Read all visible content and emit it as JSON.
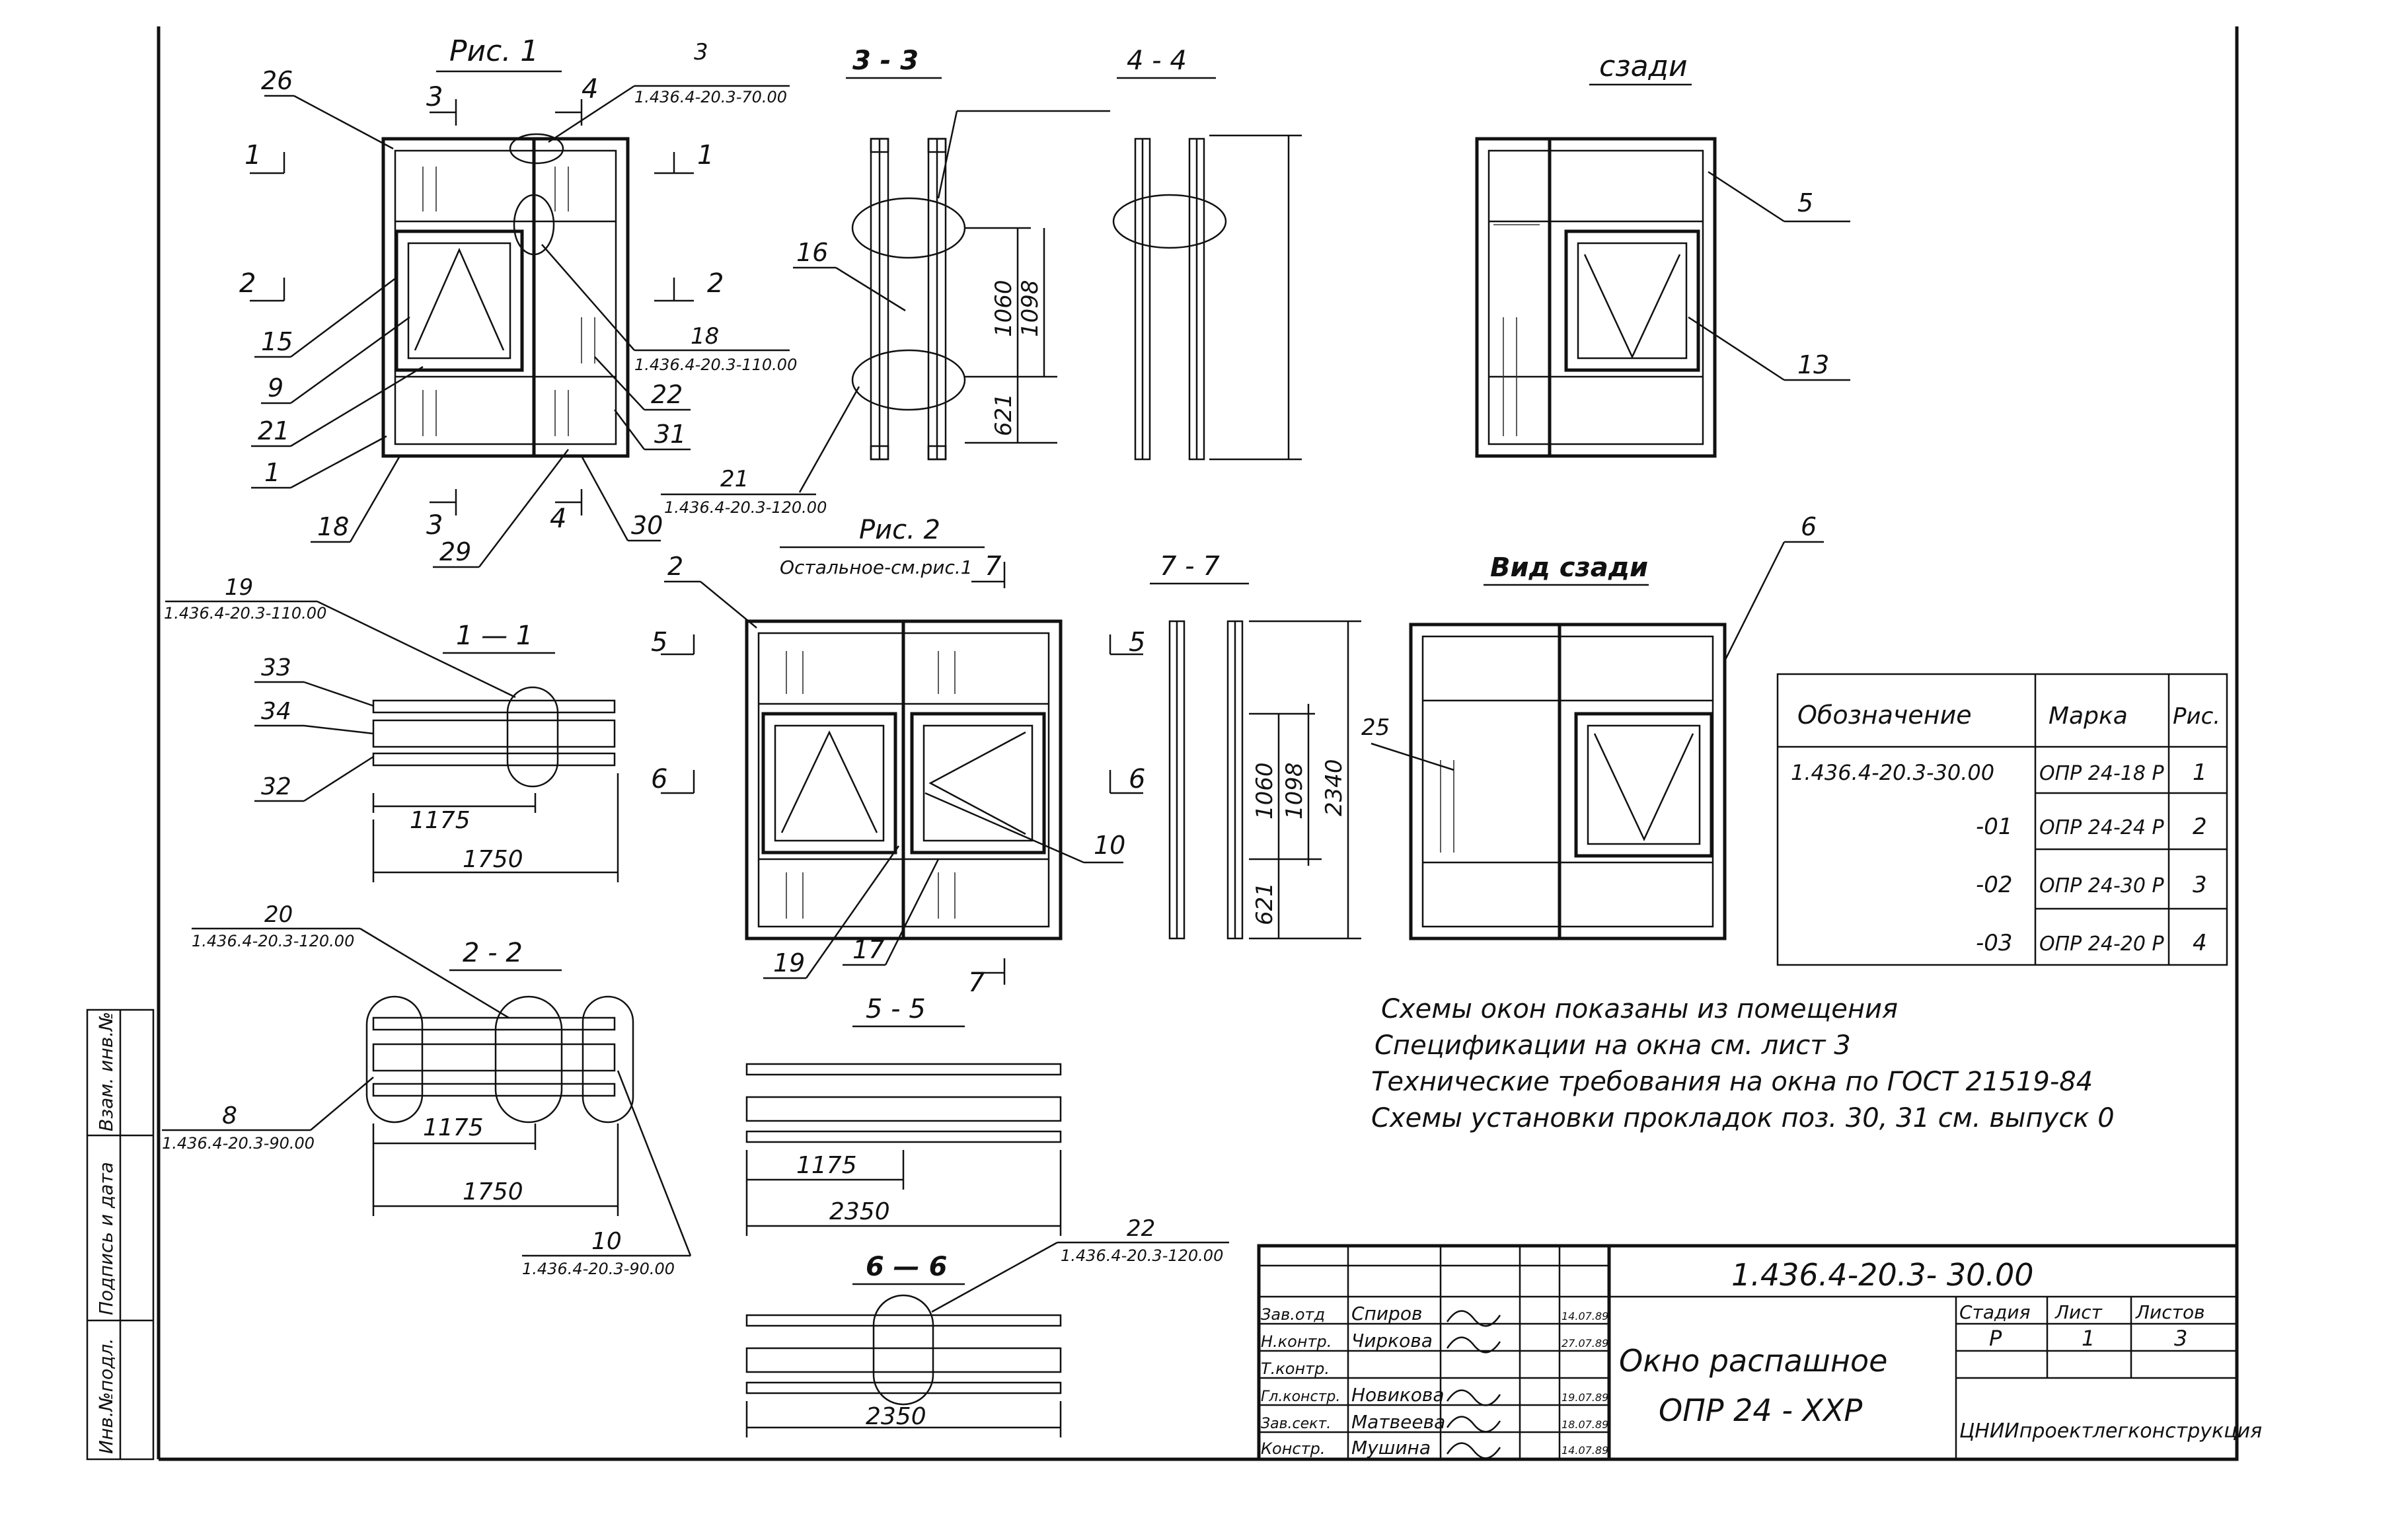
{
  "figures": {
    "fig1_title": "Рис. 1",
    "fig2_title": "Рис. 2",
    "fig2_note": "Остальное-см.рис.1",
    "view_back": "сзади",
    "view_back_full": "Вид сзади"
  },
  "sections": {
    "s11": "1 — 1",
    "s22": "2 - 2",
    "s33": "3 - 3",
    "s44": "4 - 4",
    "s55": "5 - 5",
    "s66": "6 — 6",
    "s77": "7 - 7"
  },
  "cut_marks": [
    "1",
    "2",
    "3",
    "4",
    "5",
    "6",
    "7"
  ],
  "callouts": {
    "c26": "26",
    "c3": "3",
    "c3_ref": "1.436.4-20.3-70.00",
    "c15": "15",
    "c9": "9",
    "c21": "21",
    "c1": "1",
    "c18": "18",
    "c18b": "18",
    "c18b_ref": "1.436.4-20.3-110.00",
    "c22": "22",
    "c31": "31",
    "c29": "29",
    "c30": "30",
    "c21b": "21",
    "c21b_ref": "1.436.4-20.3-120.00",
    "c16": "16",
    "c5": "5",
    "c13": "13",
    "c6": "6",
    "c2": "2",
    "c25": "25",
    "c10": "10",
    "c19b": "19",
    "c17": "17",
    "c19": "19",
    "c19_ref": "1.436.4-20.3-110.00",
    "c33": "33",
    "c34": "34",
    "c32": "32",
    "c20": "20",
    "c20_ref": "1.436.4-20.3-120.00",
    "c8": "8",
    "c8_ref": "1.436.4-20.3-90.00",
    "c10b": "10",
    "c10b_ref": "1.436.4-20.3-90.00",
    "c22b": "22",
    "c22b_ref": "1.436.4-20.3-120.00"
  },
  "dims": {
    "d1060": "1060",
    "d1098": "1098",
    "d621": "621",
    "d2340": "2340",
    "d1175": "1175",
    "d1750": "1750",
    "d2350": "2350"
  },
  "notes": [
    "Схемы окон показаны из помещения",
    "Спецификации на окна см. лист 3",
    "Технические требования на окна по ГОСТ 21519-84",
    "Схемы установки прокладок поз. 30, 31 см. выпуск 0"
  ],
  "spec_table": {
    "headers": [
      "Обозначение",
      "Марка",
      "Рис."
    ],
    "rows": [
      [
        "1.436.4-20.3-30.00",
        "ОПР 24-18 Р",
        "1"
      ],
      [
        "-01",
        "ОПР 24-24 Р",
        "2"
      ],
      [
        "-02",
        "ОПР 24-30 Р",
        "3"
      ],
      [
        "-03",
        "ОПР 24-20 Р",
        "4"
      ]
    ]
  },
  "title_block": {
    "code": "1.436.4-20.3- 30.00",
    "name_line1": "Окно распашное",
    "name_line2": "ОПР 24 - ХХР",
    "stage_label": "Стадия",
    "sheet_label": "Лист",
    "sheets_label": "Листов",
    "stage": "Р",
    "sheet": "1",
    "sheets": "3",
    "org": "ЦНИИпроектлегконструкция",
    "roles": [
      {
        "role": "Зав.отд",
        "name": "Спиров",
        "date": "14.07.89"
      },
      {
        "role": "Н.контр.",
        "name": "Чиркова",
        "date": "27.07.89"
      },
      {
        "role": "Т.контр.",
        "name": "",
        "date": ""
      },
      {
        "role": "Гл.констр.",
        "name": "Новикова",
        "date": "19.07.89"
      },
      {
        "role": "Зав.сект.",
        "name": "Матвеева",
        "date": "18.07.89"
      },
      {
        "role": "Констр.",
        "name": "Мушина",
        "date": "14.07.89"
      }
    ]
  },
  "side_stamp": [
    "Инв.№подл.",
    "Подпись и дата",
    "Взам. инв.№"
  ]
}
